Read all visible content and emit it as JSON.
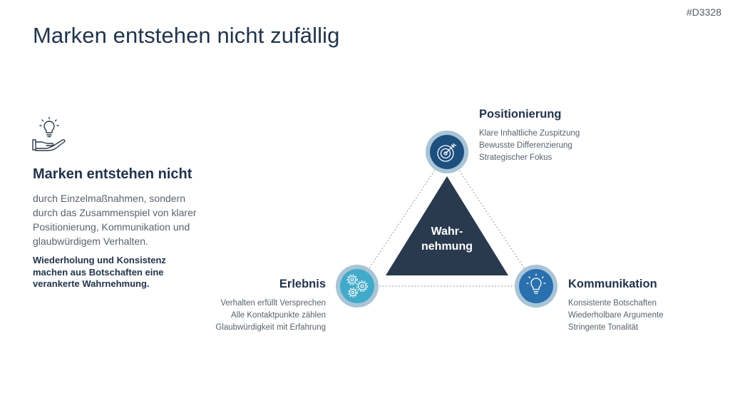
{
  "doc_id": "#D3328",
  "title": "Marken entstehen nicht zufällig",
  "left": {
    "icon": "hand-lightbulb-icon",
    "heading": "Marken entstehen nicht",
    "body": "durch Einzelmaßnahmen, sondern durch das Zusammenspiel von klarer Positionierung, Kommunikation und glaubwürdigem Verhalten.",
    "emphasis": "Wiederholung und Konsistenz machen aus Botschaften eine verankerte Wahrnehmung."
  },
  "diagram": {
    "center_line1": "Wahr-",
    "center_line2": "nehmung",
    "nodes": {
      "positionierung": {
        "title": "Positionierung",
        "icon": "target-arrow-icon",
        "items": [
          "Klare Inhaltliche Zuspitzung",
          "Bewusste Differenzierung",
          "Strategischer Fokus"
        ]
      },
      "erlebnis": {
        "title": "Erlebnis",
        "icon": "gears-icon",
        "items": [
          "Verhalten erfüllt Versprechen",
          "Alle Kontaktpunkte zählen",
          "Glaubwürdigkeit mit Erfahrung"
        ]
      },
      "kommunikation": {
        "title": "Kommunikation",
        "icon": "lightbulb-icon",
        "items": [
          "Konsistente Botschaften",
          "Wiederholbare Argumente",
          "Stringente Tonalität"
        ]
      }
    },
    "colors": {
      "dark_navy": "#2a3a4e",
      "positionierung": "#1d4f7f",
      "erlebnis": "#41aac9",
      "kommunikation": "#2a6fae",
      "ring": "#a8c4d6"
    }
  }
}
